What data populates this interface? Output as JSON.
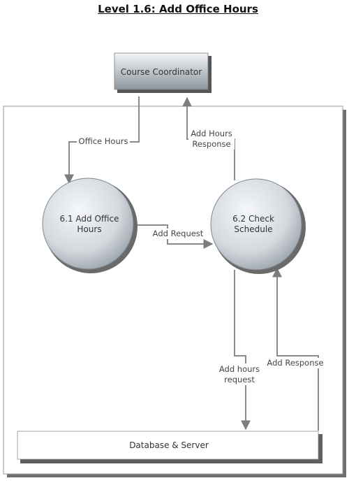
{
  "title": "Level 1.6: Add Office Hours",
  "nodes": {
    "course_coordinator": "Course Coordinator",
    "process_6_1": [
      "6.1 Add Office",
      "Hours"
    ],
    "process_6_2": [
      "6.2 Check",
      "Schedule"
    ],
    "data_store": "Database & Server"
  },
  "flows": {
    "office_hours": "Office Hours",
    "add_hours_response": [
      "Add Hours",
      "Response"
    ],
    "add_request": "Add Request",
    "add_hours_request": [
      "Add hours",
      "request"
    ],
    "add_response": "Add Response"
  },
  "colors": {
    "line": "#8a8a8a",
    "node_fill_light": "#f2f4f6",
    "node_fill_dark": "#8e979f"
  }
}
